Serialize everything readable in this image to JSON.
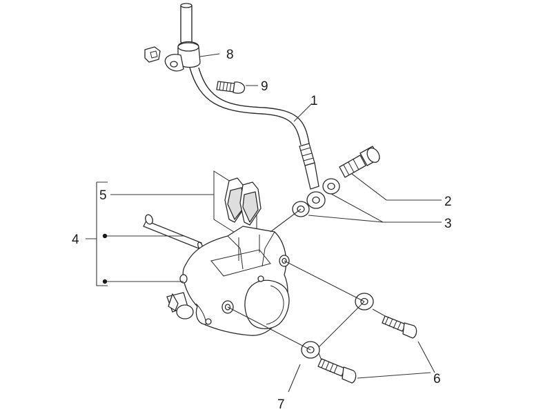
{
  "callouts": {
    "c1": "1",
    "c2": "2",
    "c3": "3",
    "c4": "4",
    "c5": "5",
    "c6": "6",
    "c7": "7",
    "c8": "8",
    "c9": "9"
  },
  "colors": {
    "line": "#2a2a2a",
    "pad_fill": "#cfcfcf",
    "background": "#ffffff"
  }
}
